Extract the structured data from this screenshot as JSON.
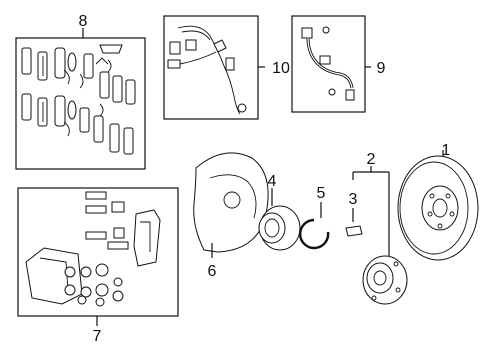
{
  "callouts": {
    "n1": "1",
    "n2": "2",
    "n3": "3",
    "n4": "4",
    "n5": "5",
    "n6": "6",
    "n7": "7",
    "n8": "8",
    "n9": "9",
    "n10": "10"
  }
}
